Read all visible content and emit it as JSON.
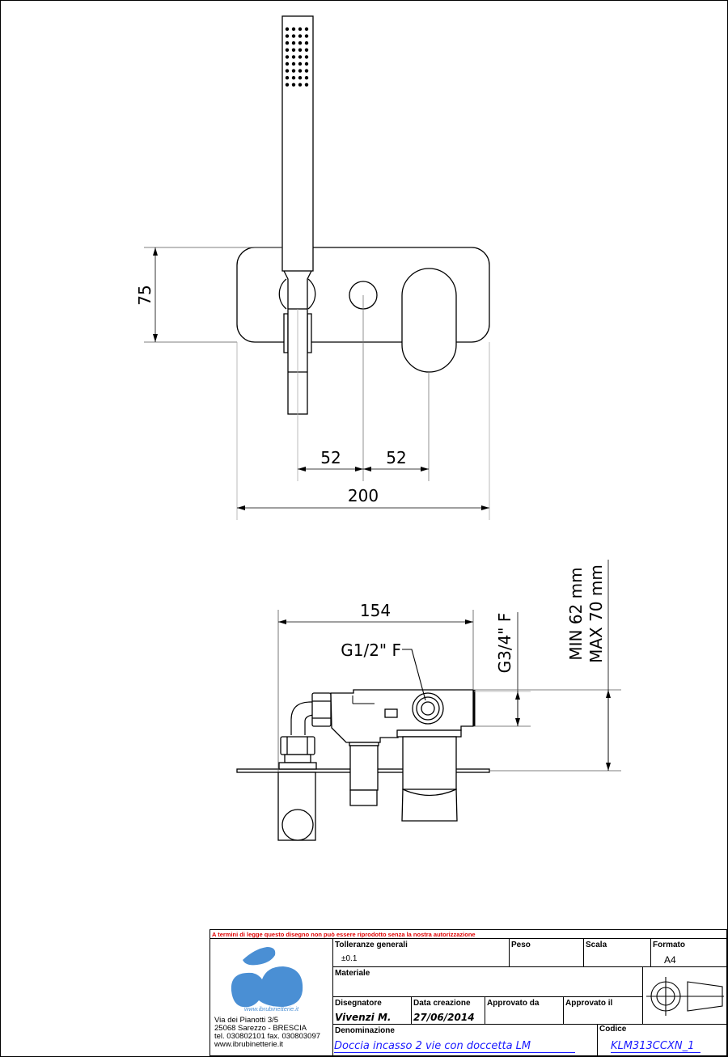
{
  "drawing": {
    "front_view": {
      "dim_height": "75",
      "dim_left_spacing": "52",
      "dim_right_spacing": "52",
      "dim_width": "200"
    },
    "side_view": {
      "dim_depth": "154",
      "label_outlet": "G1/2\" F",
      "label_inlet": "G3/4\" F",
      "label_min": "MIN 62 mm",
      "label_max": "MAX 70 mm"
    }
  },
  "title_block": {
    "warning": "A termini di legge questo disegno non può essere riprodotto senza la nostra autorizzazione",
    "company": {
      "website_logo": "www.ibrubinetterie.it",
      "address_line1": "Via dei Pianotti 3/5",
      "address_line2": "25068 Sarezzo - BRESCIA",
      "phone_fax": "tel. 030802101 fax. 030803097",
      "website": "www.ibrubinetterie.it",
      "logo_color": "#4a8fd4"
    },
    "tolleranze_label": "Tolleranze generali",
    "tolleranze_value": "±0.1",
    "peso_label": "Peso",
    "peso_value": "",
    "scala_label": "Scala",
    "scala_value": "",
    "formato_label": "Formato",
    "formato_value": "A4",
    "materiale_label": "Materiale",
    "materiale_value": "",
    "disegnatore_label": "Disegnatore",
    "disegnatore_value": "Vivenzi M.",
    "data_label": "Data creazione",
    "data_value": "27/06/2014",
    "approvato_da_label": "Approvato da",
    "approvato_il_label": "Approvato il",
    "denominazione_label": "Denominazione",
    "denominazione_value": "Doccia incasso 2 vie con doccetta LM",
    "codice_label": "Codice",
    "codice_value": "KLM313CCXN_1",
    "projection_symbol": "first-angle-projection-icon",
    "warning_color": "#e00000",
    "value_color": "#1a1aff"
  }
}
